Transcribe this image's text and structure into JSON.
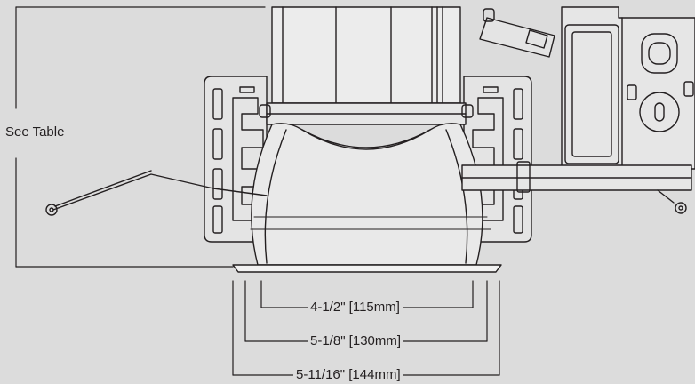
{
  "diagram": {
    "height_label": "See Table",
    "dimensions": [
      {
        "label": "4-1/2\" [115mm]"
      },
      {
        "label": "5-1/8\" [130mm]"
      },
      {
        "label": "5-11/16\" [144mm]"
      }
    ]
  },
  "colors": {
    "background": "#dcdcdc",
    "line": "#231f20",
    "part_fill": "#e9e9e9"
  }
}
